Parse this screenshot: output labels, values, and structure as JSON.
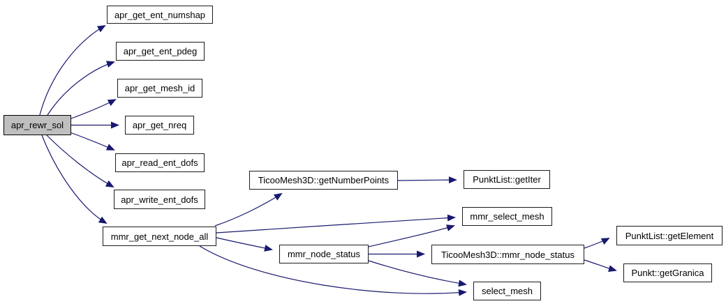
{
  "graph": {
    "kind": "call-graph",
    "colors": {
      "edge": "#191970",
      "node_border": "#1c1c1c",
      "node_fill": "#ffffff",
      "highlight_fill": "#bfbfbf",
      "text": "#000000",
      "background": "#ffffff"
    },
    "nodes": [
      {
        "id": "apr_rewr_sol",
        "label": "apr_rewr_sol",
        "highlighted": true
      },
      {
        "id": "apr_get_ent_numshap",
        "label": "apr_get_ent_numshap",
        "highlighted": false
      },
      {
        "id": "apr_get_ent_pdeg",
        "label": "apr_get_ent_pdeg",
        "highlighted": false
      },
      {
        "id": "apr_get_mesh_id",
        "label": "apr_get_mesh_id",
        "highlighted": false
      },
      {
        "id": "apr_get_nreq",
        "label": "apr_get_nreq",
        "highlighted": false
      },
      {
        "id": "apr_read_ent_dofs",
        "label": "apr_read_ent_dofs",
        "highlighted": false
      },
      {
        "id": "apr_write_ent_dofs",
        "label": "apr_write_ent_dofs",
        "highlighted": false
      },
      {
        "id": "mmr_get_next_node_all",
        "label": "mmr_get_next_node_all",
        "highlighted": false
      },
      {
        "id": "TicooMesh3D::getNumberPoints",
        "label": "TicooMesh3D::getNumberPoints",
        "highlighted": false
      },
      {
        "id": "PunktList::getIter",
        "label": "PunktList::getIter",
        "highlighted": false
      },
      {
        "id": "mmr_select_mesh",
        "label": "mmr_select_mesh",
        "highlighted": false
      },
      {
        "id": "mmr_node_status",
        "label": "mmr_node_status",
        "highlighted": false
      },
      {
        "id": "TicooMesh3D::mmr_node_status",
        "label": "TicooMesh3D::mmr_node_status",
        "highlighted": false
      },
      {
        "id": "select_mesh",
        "label": "select_mesh",
        "highlighted": false
      },
      {
        "id": "PunktList::getElement",
        "label": "PunktList::getElement",
        "highlighted": false
      },
      {
        "id": "Punkt::getGranica",
        "label": "Punkt::getGranica",
        "highlighted": false
      }
    ],
    "edges": [
      {
        "from": "apr_rewr_sol",
        "to": "apr_get_ent_numshap"
      },
      {
        "from": "apr_rewr_sol",
        "to": "apr_get_ent_pdeg"
      },
      {
        "from": "apr_rewr_sol",
        "to": "apr_get_mesh_id"
      },
      {
        "from": "apr_rewr_sol",
        "to": "apr_get_nreq"
      },
      {
        "from": "apr_rewr_sol",
        "to": "apr_read_ent_dofs"
      },
      {
        "from": "apr_rewr_sol",
        "to": "apr_write_ent_dofs"
      },
      {
        "from": "apr_rewr_sol",
        "to": "mmr_get_next_node_all"
      },
      {
        "from": "mmr_get_next_node_all",
        "to": "TicooMesh3D::getNumberPoints"
      },
      {
        "from": "mmr_get_next_node_all",
        "to": "mmr_select_mesh"
      },
      {
        "from": "mmr_get_next_node_all",
        "to": "mmr_node_status"
      },
      {
        "from": "mmr_get_next_node_all",
        "to": "select_mesh"
      },
      {
        "from": "TicooMesh3D::getNumberPoints",
        "to": "PunktList::getIter"
      },
      {
        "from": "mmr_node_status",
        "to": "mmr_select_mesh"
      },
      {
        "from": "mmr_node_status",
        "to": "TicooMesh3D::mmr_node_status"
      },
      {
        "from": "mmr_node_status",
        "to": "select_mesh"
      },
      {
        "from": "TicooMesh3D::mmr_node_status",
        "to": "PunktList::getElement"
      },
      {
        "from": "TicooMesh3D::mmr_node_status",
        "to": "Punkt::getGranica"
      }
    ]
  }
}
